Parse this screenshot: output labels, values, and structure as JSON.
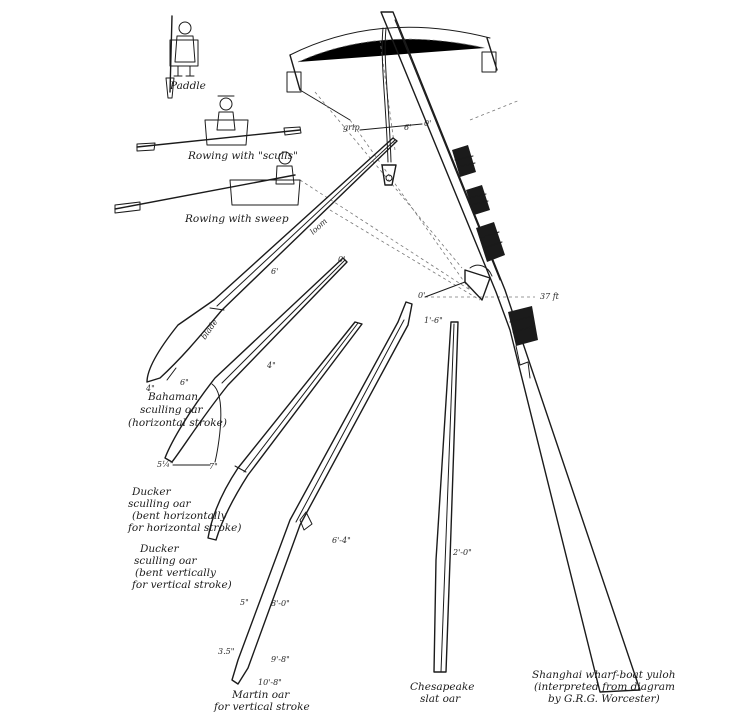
{
  "figures": {
    "paddle": {
      "caption": "Paddle"
    },
    "scull": {
      "caption": "Rowing with \"sculls\""
    },
    "sweep": {
      "caption": "Rowing with sweep"
    }
  },
  "oars": {
    "bahaman": {
      "caption_lines": [
        "Bahaman",
        "sculling oar",
        "(horizontal stroke)"
      ]
    },
    "ducker_h": {
      "caption_lines": [
        "Ducker",
        "sculling oar",
        "(bent horizontally",
        "for horizontal stroke)"
      ]
    },
    "ducker_v": {
      "caption_lines": [
        "Ducker",
        "sculling oar",
        "(bent vertically",
        "for vertical stroke)"
      ]
    },
    "martin": {
      "caption_lines": [
        "Martin oar",
        "for vertical stroke"
      ]
    },
    "chesapeake": {
      "caption_lines": [
        "Chesapeake",
        "slat oar"
      ]
    },
    "shanghai": {
      "caption_lines": [
        "Shanghai wharf-boat yuloh",
        "(interpreted from diagram",
        "by G.R.G. Worcester)"
      ]
    }
  },
  "part_labels": {
    "grip": "grip",
    "loom": "loom",
    "blade": "blade"
  },
  "dimensions": {
    "d_6ft": "6'",
    "d_0_a": "0'",
    "d_0_b": "0'",
    "d_0_c": "0'",
    "d_4in_a": "4\"",
    "d_6in": "6\"",
    "d_4in_b": "4\"",
    "d_5_1_4": "5¼\"",
    "d_7in": "7\"",
    "d_6_4": "6'-4\"",
    "d_5in": "5\"",
    "d_8_0": "8'-0\"",
    "d_3_5": "3.5\"",
    "d_9_8": "9'-8\"",
    "d_10_8": "10'-8\"",
    "d_1_6": "1'-6\"",
    "d_2_0": "2'-0\"",
    "d_37ft": "37 ft"
  }
}
